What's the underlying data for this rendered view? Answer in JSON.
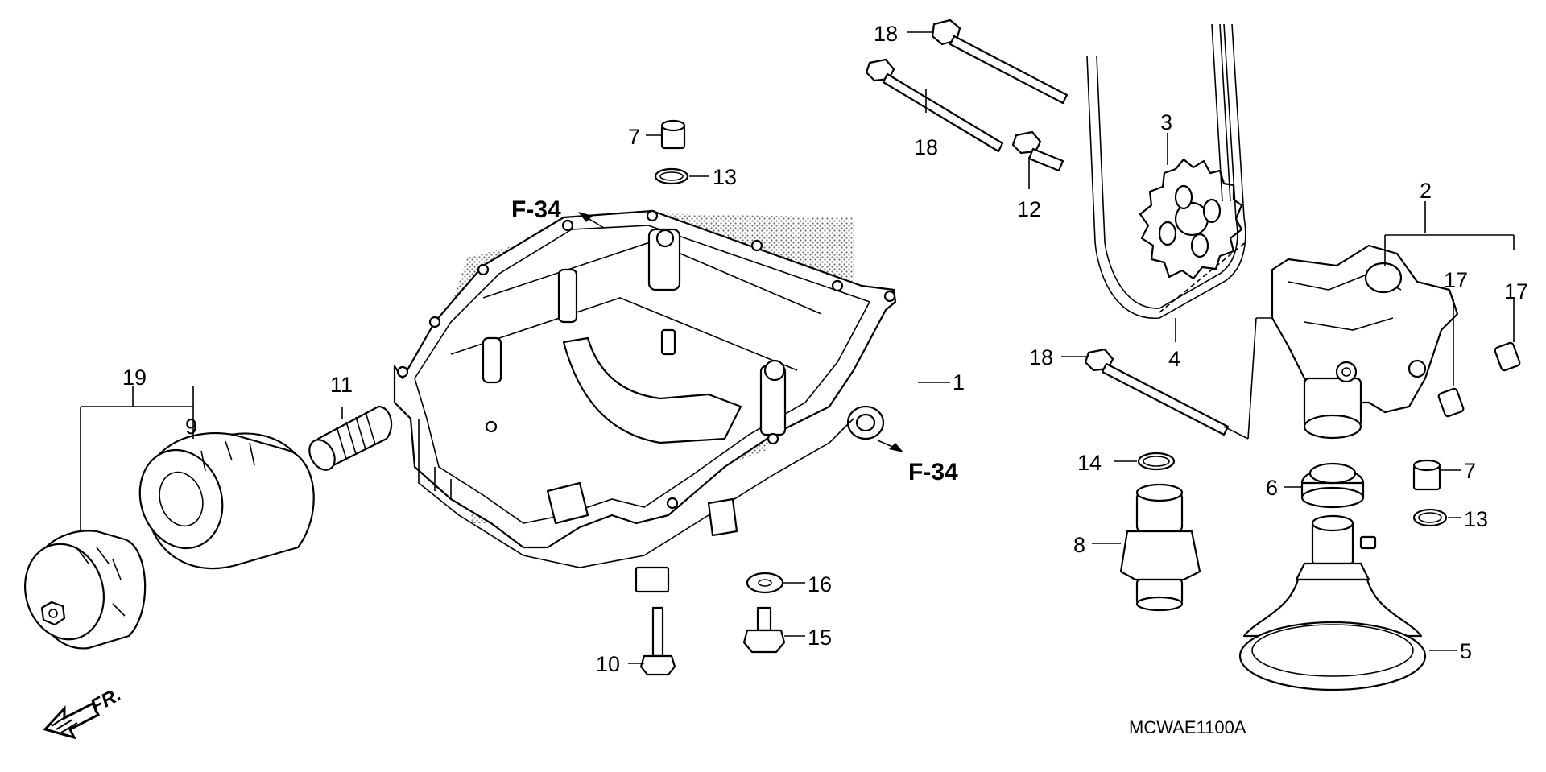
{
  "diagram_code": "MCWAE1100A",
  "front_marker": "FR.",
  "references": [
    {
      "id": "ref-top",
      "text": "F-34"
    },
    {
      "id": "ref-right",
      "text": "F-34"
    }
  ],
  "callouts": {
    "c1": "1",
    "c2": "2",
    "c3": "3",
    "c4": "4",
    "c5": "5",
    "c6": "6",
    "c7a": "7",
    "c7b": "7",
    "c8": "8",
    "c9": "9",
    "c10": "10",
    "c11": "11",
    "c12": "12",
    "c13a": "13",
    "c13b": "13",
    "c14": "14",
    "c15": "15",
    "c16": "16",
    "c17a": "17",
    "c17b": "17",
    "c18a": "18",
    "c18b": "18",
    "c18c": "18",
    "c19": "19"
  }
}
